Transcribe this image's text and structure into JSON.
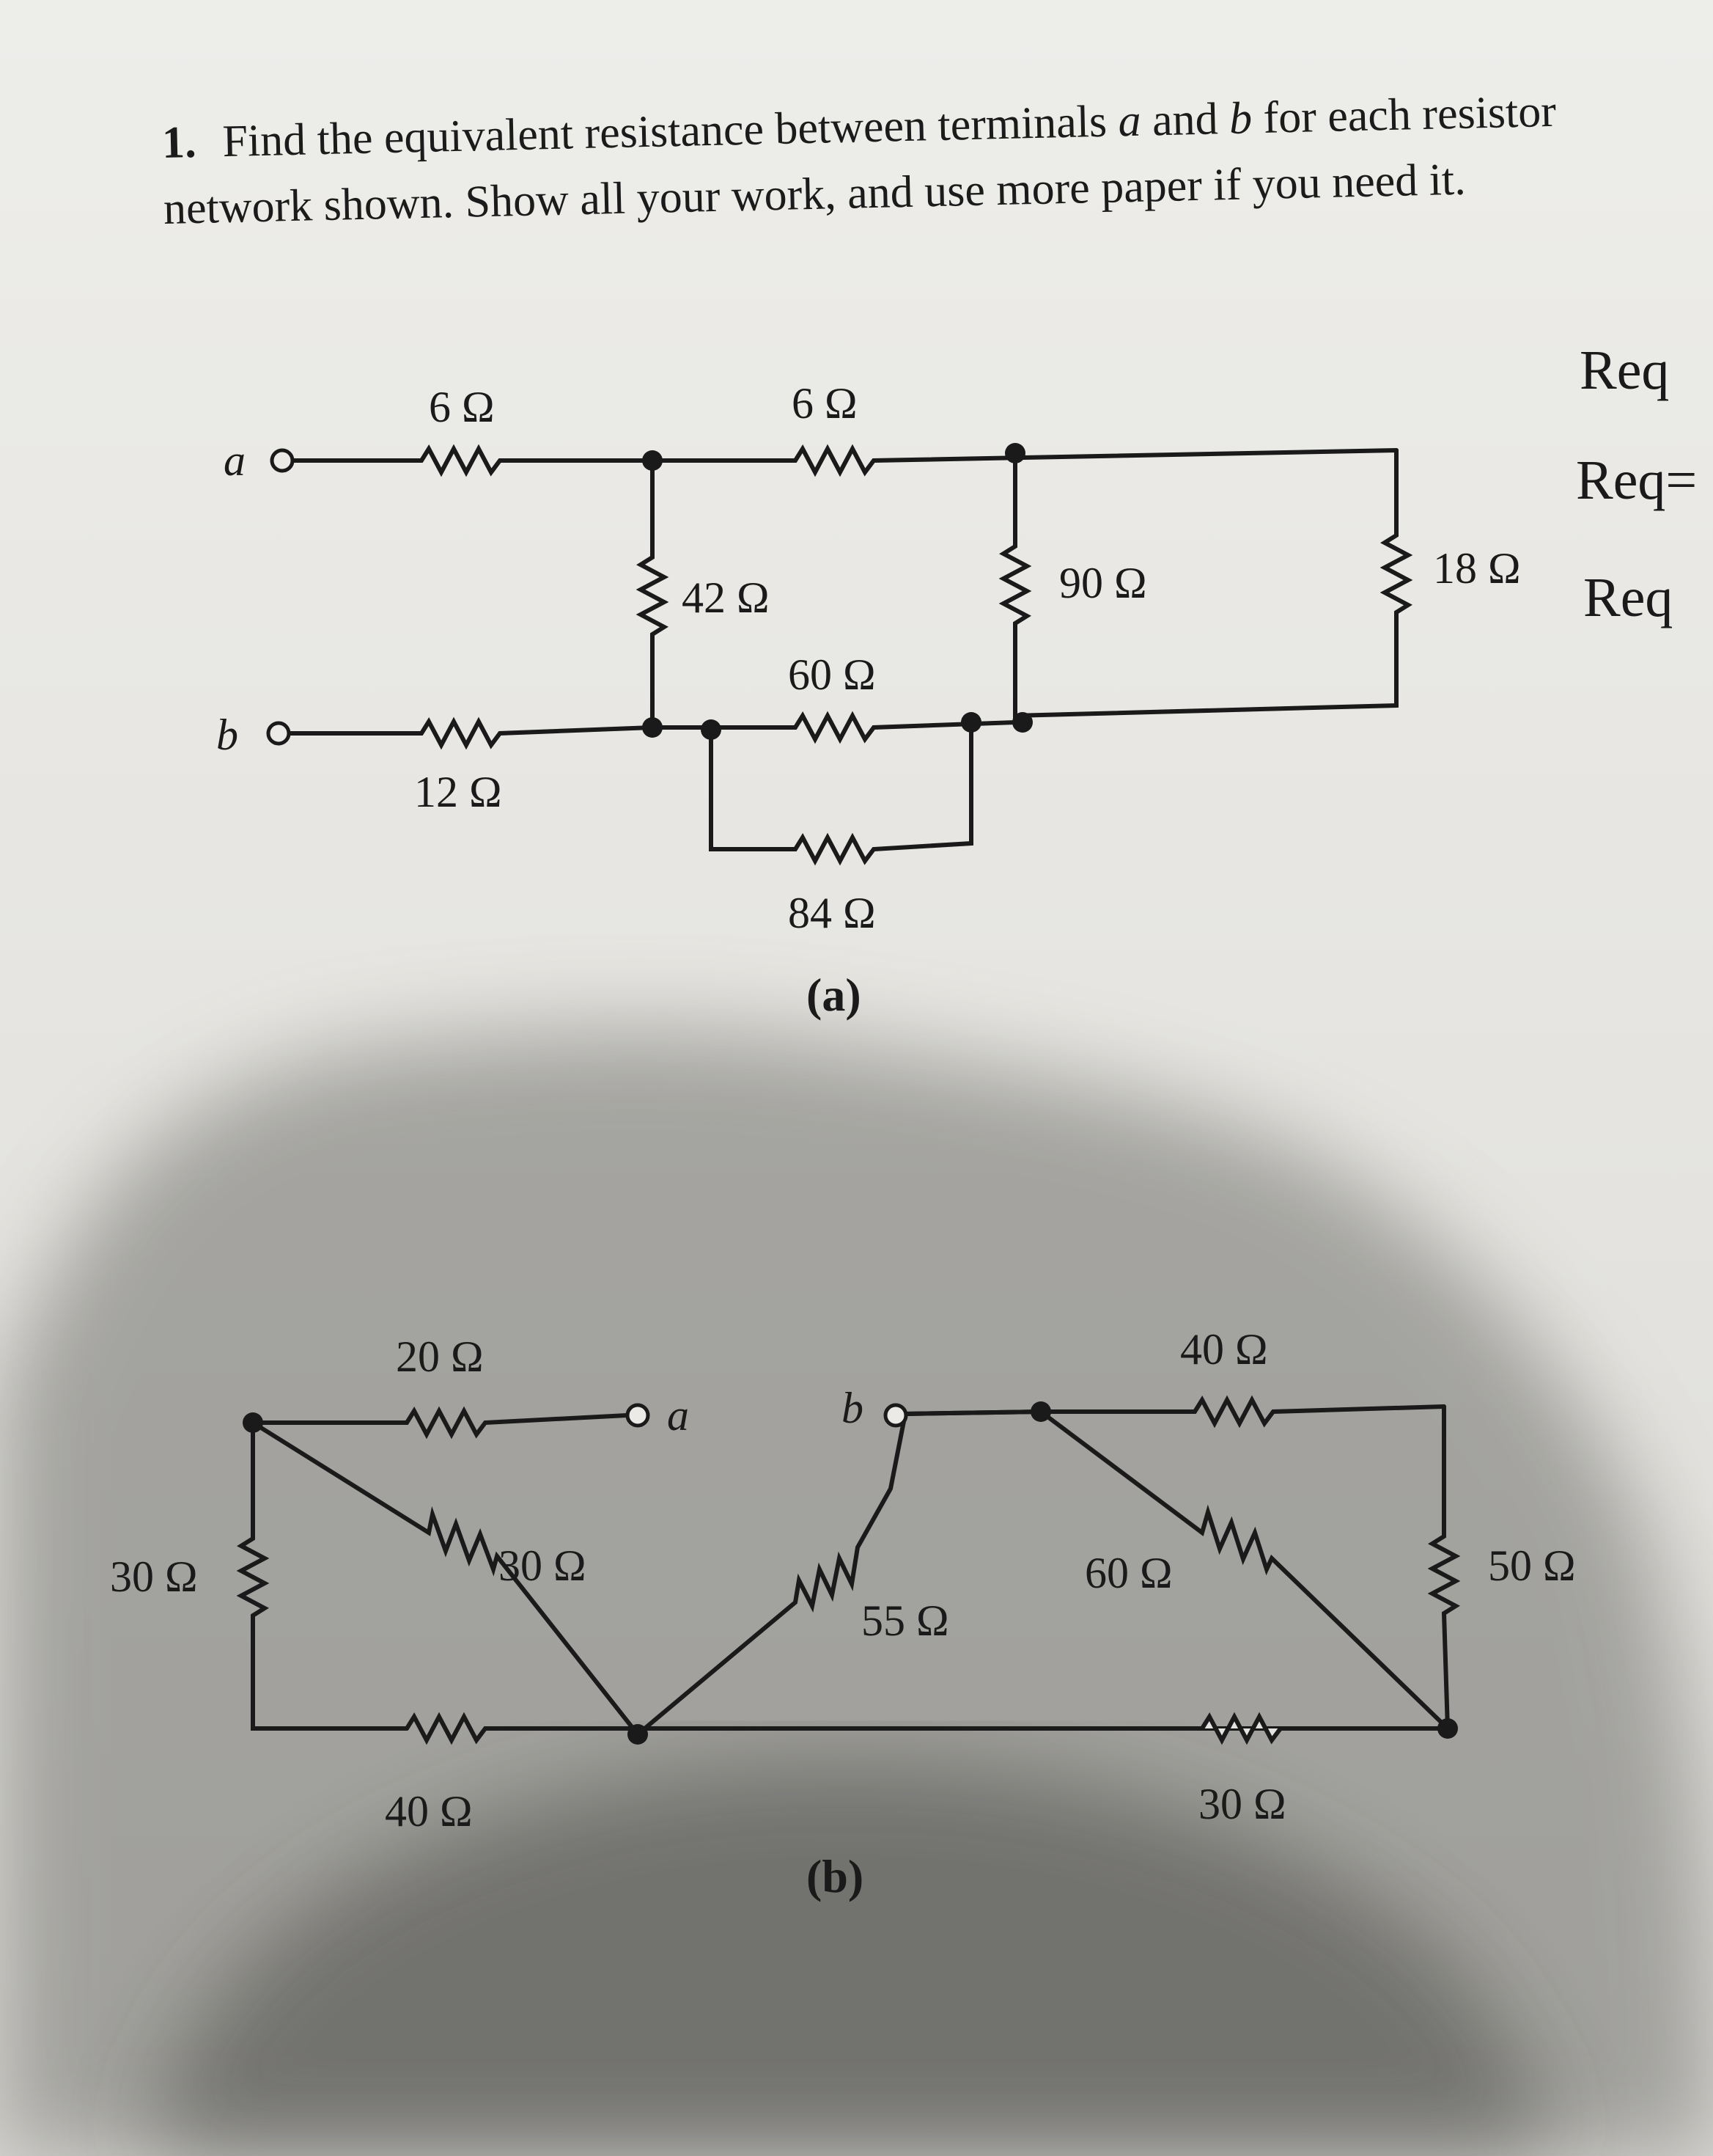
{
  "problem": {
    "number": "1.",
    "text_before_a": "Find the equivalent resistance between terminals ",
    "term_a": "a",
    "text_and": " and ",
    "term_b": "b",
    "text_after": " for each resistor network shown. Show all your work, and use more paper if you need it."
  },
  "circuit_a": {
    "caption": "(a)",
    "terminal_a": "a",
    "terminal_b": "b",
    "r_6_left": "6 Ω",
    "r_6_right": "6 Ω",
    "r_42": "42 Ω",
    "r_90": "90 Ω",
    "r_18": "18 Ω",
    "r_12": "12 Ω",
    "r_60": "60 Ω",
    "r_84": "84 Ω"
  },
  "circuit_b": {
    "caption": "(b)",
    "terminal_a": "a",
    "terminal_b": "b",
    "r_20": "20 Ω",
    "r_30_left": "30 Ω",
    "r_30_diag": "30 Ω",
    "r_40_bottom": "40 Ω",
    "r_55": "55 Ω",
    "r_40_top": "40 Ω",
    "r_60": "60 Ω",
    "r_50": "50 Ω",
    "r_30_bottom": "30 Ω"
  },
  "handwriting": {
    "line1": "Req",
    "line2": "Req=",
    "line3": "Req"
  },
  "colors": {
    "ink": "#1a1a1a",
    "paper": "#e9e8e4",
    "shadow": "#4a4a4a"
  }
}
